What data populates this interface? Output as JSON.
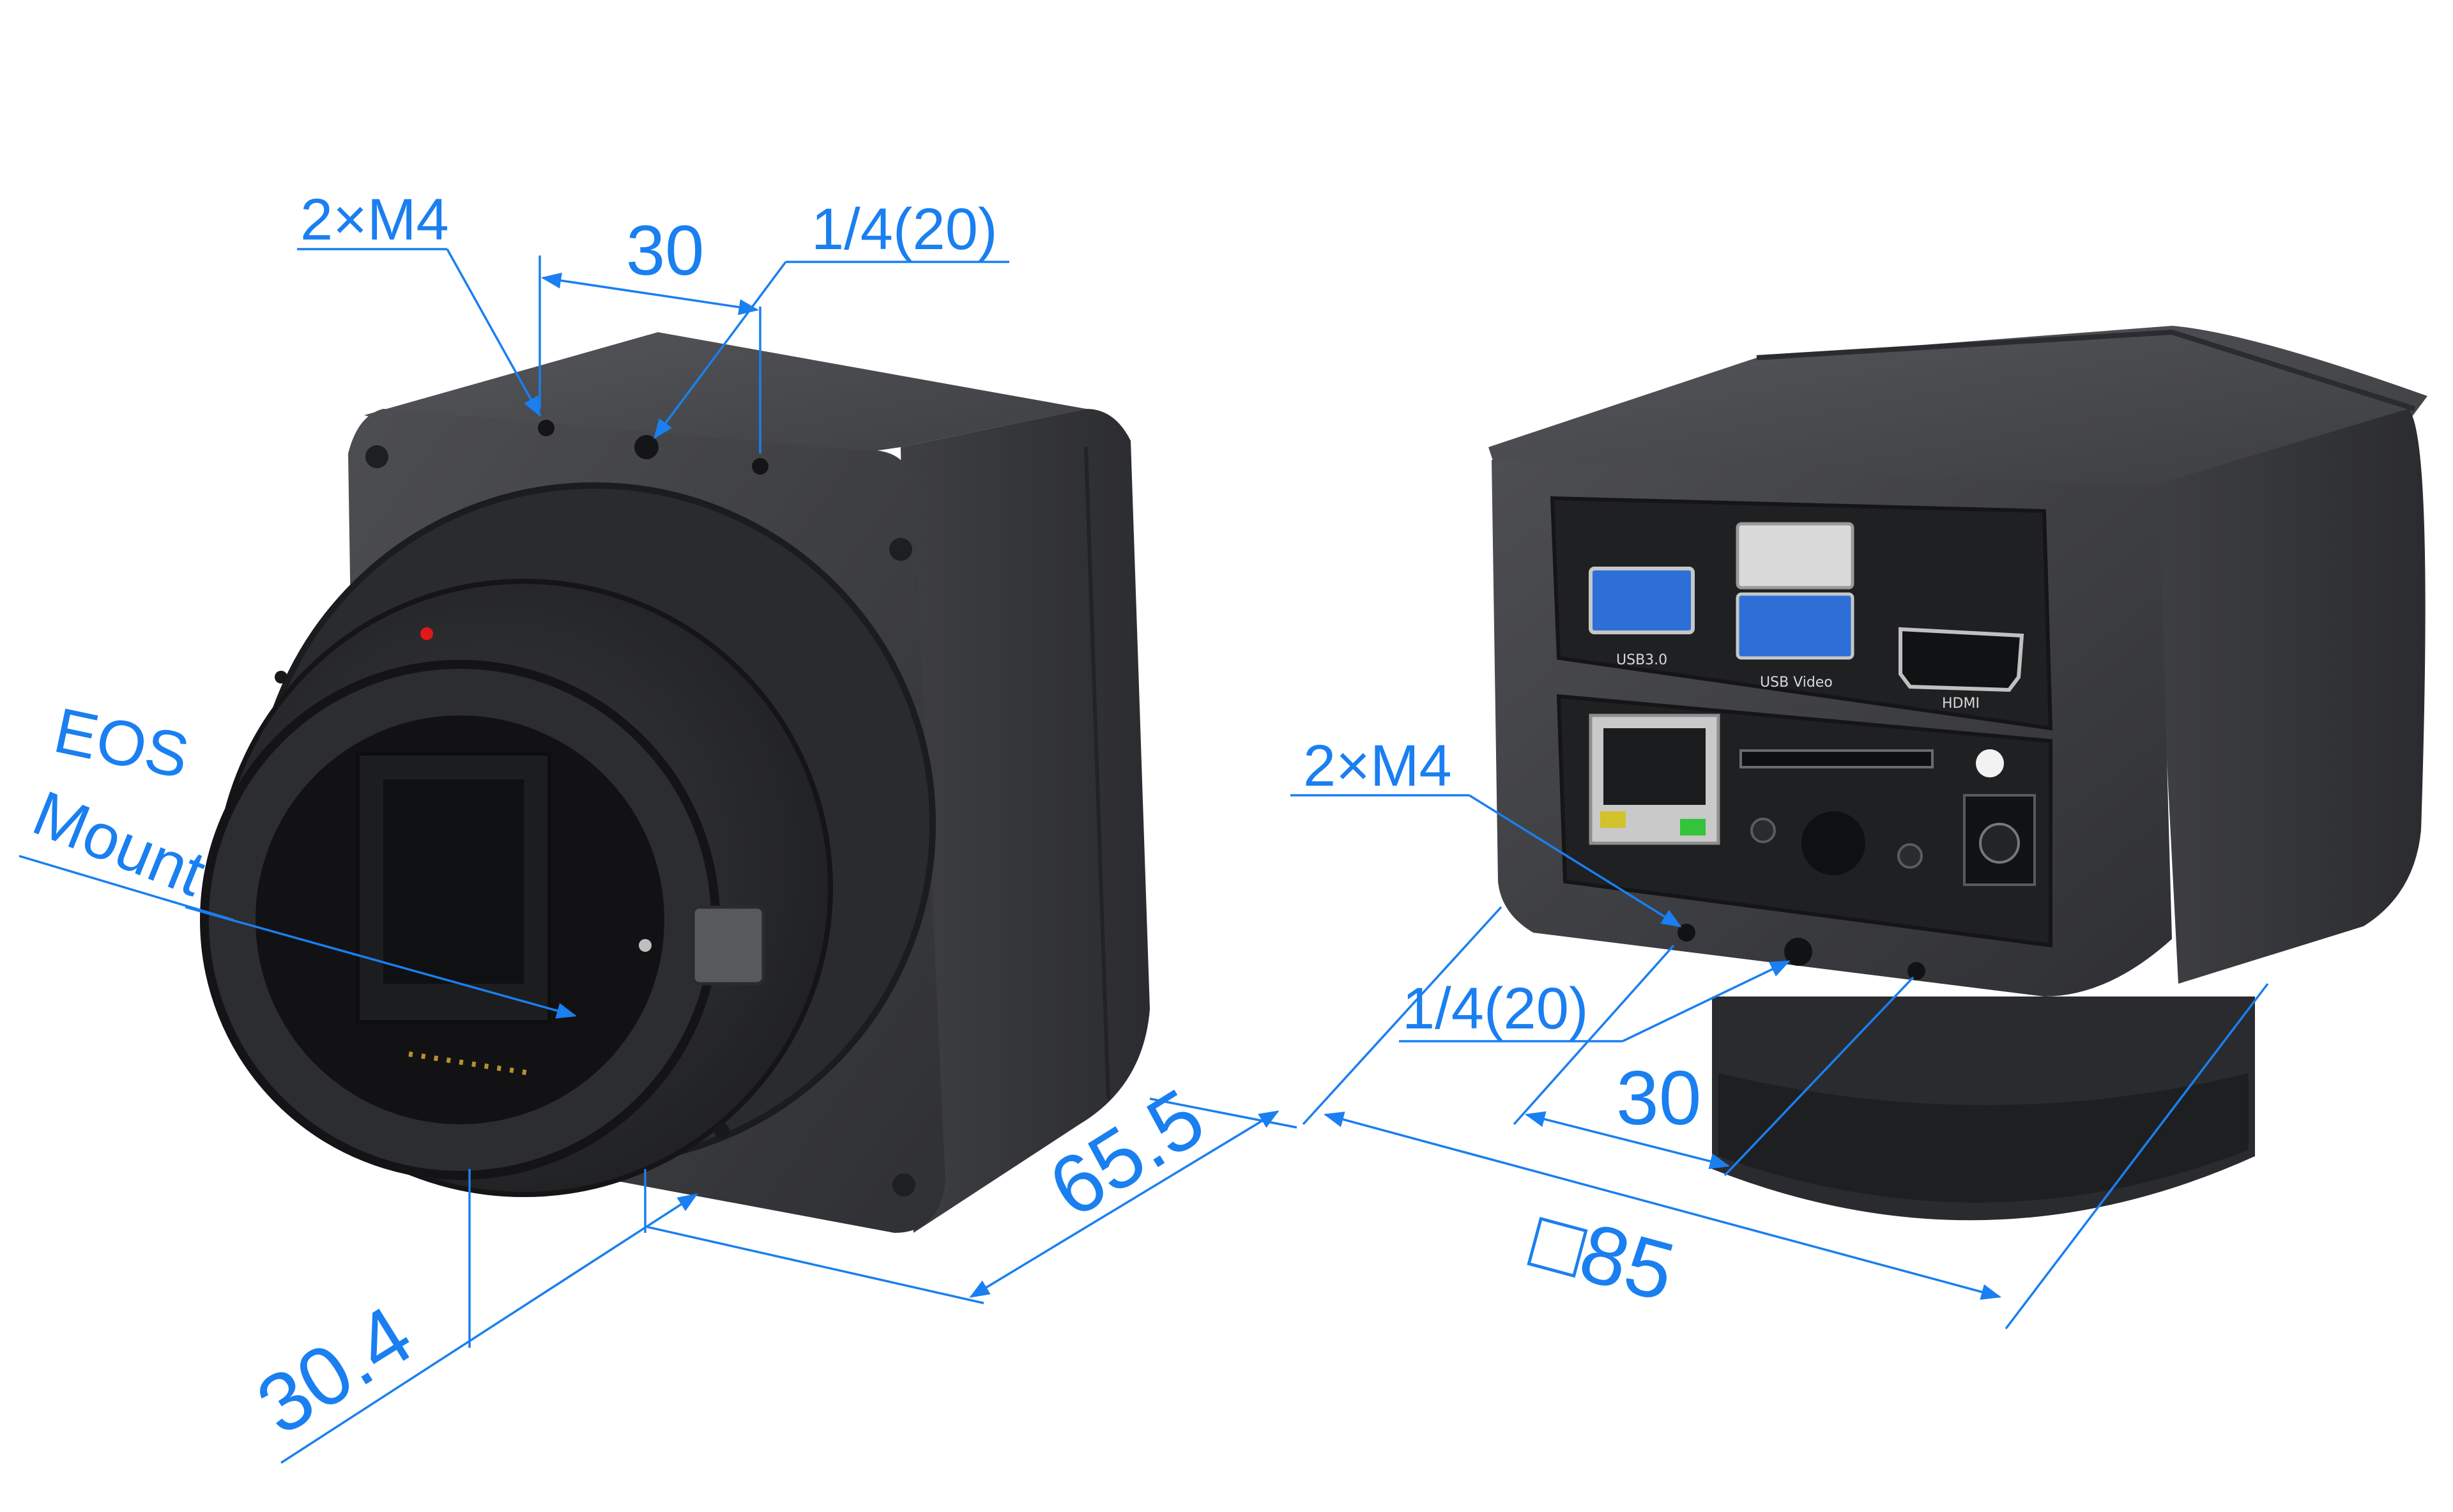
{
  "front_view": {
    "callouts": {
      "m4": "2×M4",
      "spacing": "30",
      "tripod": "1/4(20)",
      "mount_line1": "EOS",
      "mount_line2": "Mount"
    },
    "dimensions": {
      "depth": "65.5",
      "flange": "30.4"
    }
  },
  "rear_view": {
    "callouts": {
      "m4": "2×M4",
      "tripod": "1/4(20)",
      "spacing": "30",
      "size": "□85"
    },
    "ports": {
      "usb3": "USB3.0",
      "usb_video": "USB Video",
      "hdmi": "HDMI"
    }
  },
  "colors": {
    "annotation": "#1a7ff0",
    "body_dark": "#3a3b3e",
    "body_mid": "#4a4b4f",
    "usb_blue": "#2d6fd6",
    "indicator_red": "#e01818"
  }
}
